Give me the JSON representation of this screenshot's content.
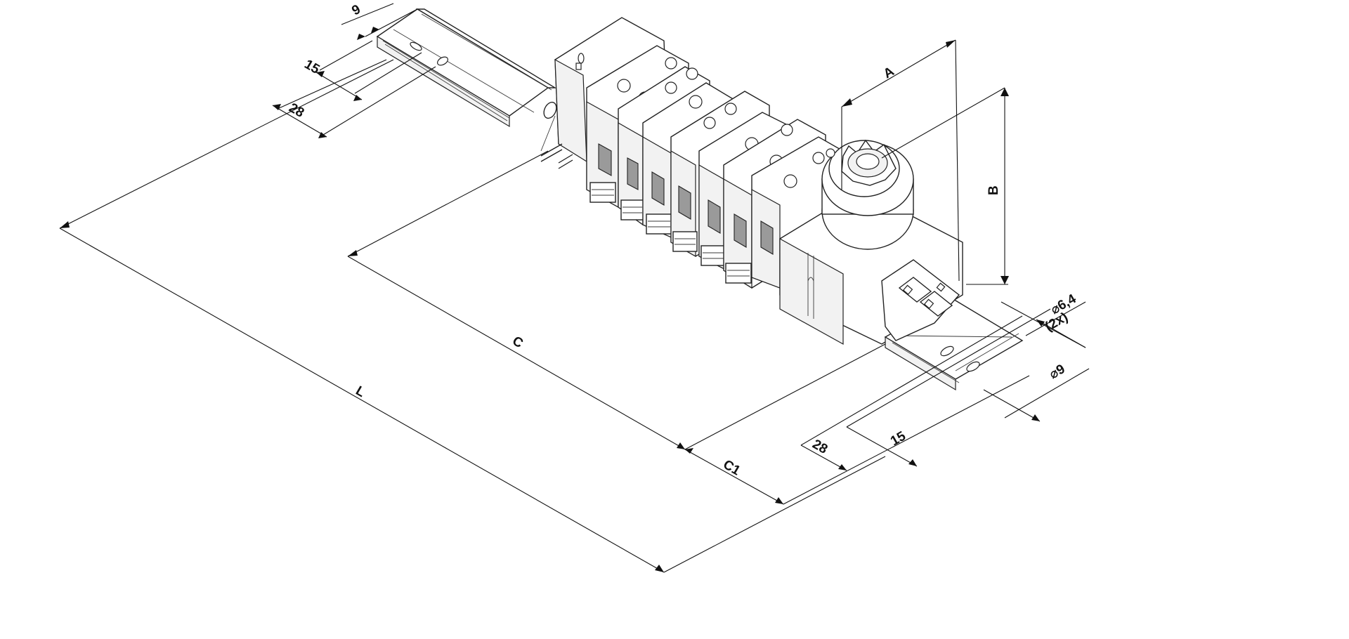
{
  "dimensions": {
    "rail_left_width": "9",
    "rail_left_slot": "15",
    "rail_left_slot_pitch": "28",
    "length_total": "L",
    "length_c": "C",
    "length_c1": "C1",
    "depth_a": "A",
    "height_b": "B",
    "hole_diameter": "⌀6,4",
    "hole_count": "(2x)",
    "rail_right_diameter": "⌀9",
    "rail_right_slot_pitch": "28",
    "rail_right_slot": "15"
  }
}
